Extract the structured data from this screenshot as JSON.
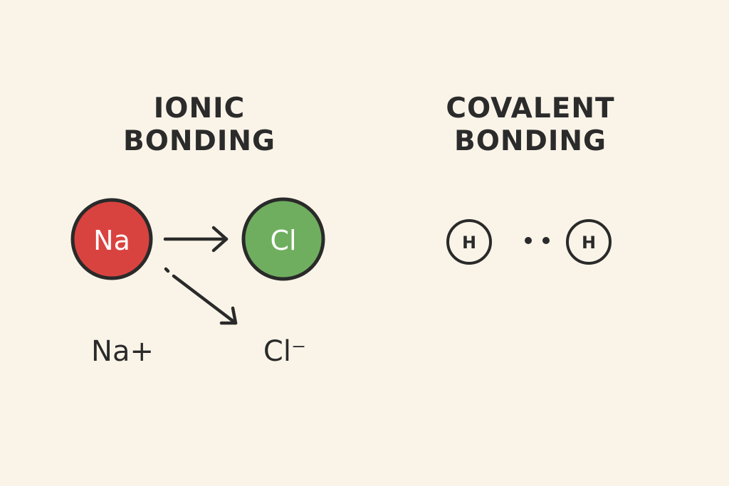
{
  "ionic": {
    "title_line1": "IONIC",
    "title_line2": "BONDING",
    "sodium_atom": {
      "symbol": "Na",
      "color": "#d9433f"
    },
    "chlorine_atom": {
      "symbol": "Cl",
      "color": "#6fae5f"
    },
    "sodium_ion": "Na+",
    "chloride_ion": "Cl⁻"
  },
  "covalent": {
    "title_line1": "COVALENT",
    "title_line2": "BONDING",
    "atom_left": {
      "symbol": "H"
    },
    "atom_right": {
      "symbol": "H"
    }
  },
  "colors": {
    "background": "#faf4e8",
    "ink": "#2a2a2a"
  }
}
